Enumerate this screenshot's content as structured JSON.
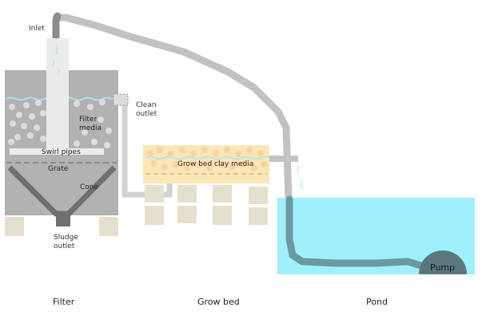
{
  "labels": {
    "inlet": "Inlet",
    "filter_media_1": "Filter",
    "filter_media_2": "media",
    "swirl_pipes": "Swirl pipes",
    "grate": "Grate",
    "cone": "Cone",
    "sludge_outlet_1": "Sludge",
    "sludge_outlet_2": "outlet",
    "clean_outlet_1": "Clean",
    "clean_outlet_2": "outlet",
    "grow_bed_media": "Grow bed clay media",
    "pump": "Pump"
  },
  "sections": {
    "filter": "Filter",
    "grow_bed": "Grow bed",
    "pond": "Pond"
  },
  "colors": {
    "tank": "#b2b2b2",
    "pipe": "#c0c0c0",
    "inner_pipe": "#ebebeb",
    "water_line": "#a7e3ee",
    "pond": "#9ff0fc",
    "grow_bed": "#fde6b6",
    "clay": "#fbd2a0",
    "block": "#e5dfce",
    "pump": "#58787c",
    "cone": "#6f6f6f",
    "return_pipe": "#6a9aa0"
  }
}
